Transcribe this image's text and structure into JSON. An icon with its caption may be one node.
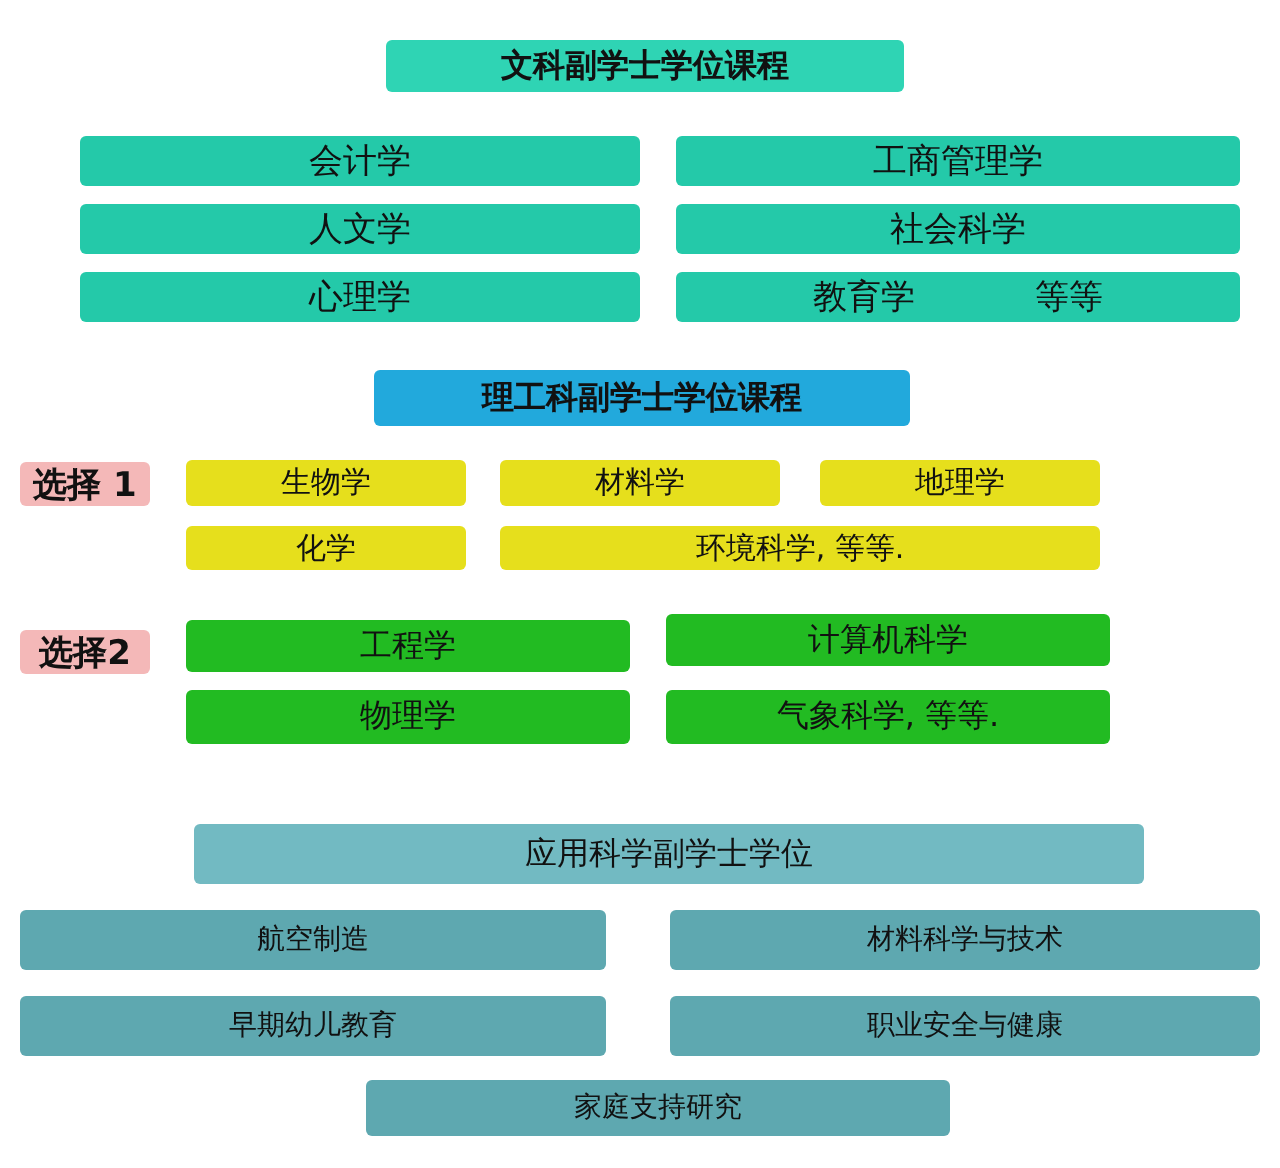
{
  "diagram": {
    "nodes": [
      {
        "text": [
          "文科副学士学位课程"
        ]
      },
      {
        "text": [
          "会计学"
        ]
      },
      {
        "text": [
          "工商管理学"
        ]
      },
      {
        "text": [
          "人文学"
        ]
      },
      {
        "text": [
          "社会科学"
        ]
      },
      {
        "text": [
          "心理学"
        ]
      },
      {
        "text": [
          "教育学",
          "等等"
        ]
      },
      {
        "text": [
          "理工科副学士学位课程"
        ]
      },
      {
        "text": [
          "选择 1"
        ]
      },
      {
        "text": [
          "生物学"
        ]
      },
      {
        "text": [
          "材料学"
        ]
      },
      {
        "text": [
          "地理学"
        ]
      },
      {
        "text": [
          "化学"
        ]
      },
      {
        "text": [
          "环境科学, 等等."
        ]
      },
      {
        "text": [
          "选择2"
        ]
      },
      {
        "text": [
          "工程学"
        ]
      },
      {
        "text": [
          "计算机科学"
        ]
      },
      {
        "text": [
          "物理学"
        ]
      },
      {
        "text": [
          "气象科学, 等等."
        ]
      },
      {
        "text": [
          "应用科学副学士学位"
        ]
      },
      {
        "text": [
          "航空制造"
        ]
      },
      {
        "text": [
          "材料科学与技术"
        ]
      },
      {
        "text": [
          "早期幼儿教育"
        ]
      },
      {
        "text": [
          "职业安全与健康"
        ]
      },
      {
        "text": [
          "家庭支持研究"
        ]
      }
    ],
    "edges": []
  }
}
